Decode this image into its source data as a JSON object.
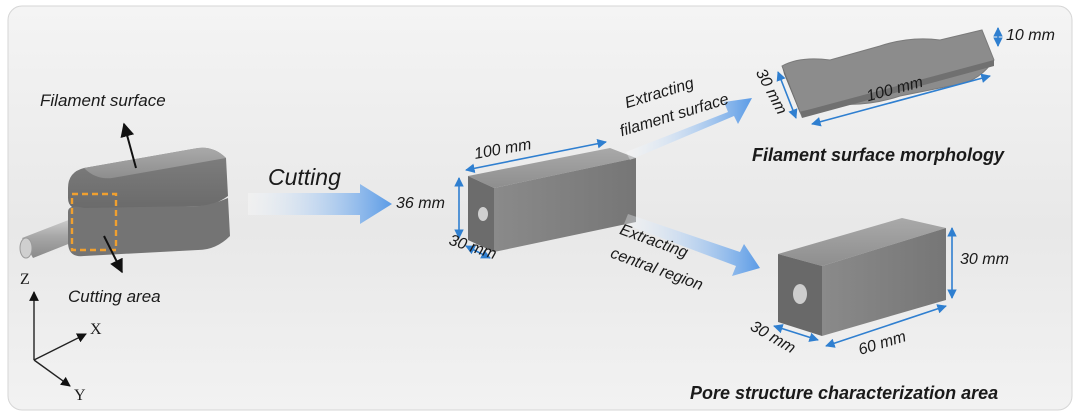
{
  "labels": {
    "filament_surface": "Filament surface",
    "cutting_area": "Cutting area",
    "cutting": "Cutting",
    "dim_100_mid": "100 mm",
    "dim_36": "36 mm",
    "dim_30_mid": "30 mm",
    "extracting_filament_1": "Extracting",
    "extracting_filament_2": "filament surface",
    "extracting_central_1": "Extracting",
    "extracting_central_2": "central region",
    "dim_30_top": "30 mm",
    "dim_100_top": "100 mm",
    "dim_10": "10 mm",
    "title_top": "Filament surface morphology",
    "dim_30_bot_right": "30 mm",
    "dim_30_bot_left": "30 mm",
    "dim_60": "60 mm",
    "title_bottom": "Pore structure characterization area",
    "axis_z": "Z",
    "axis_x": "X",
    "axis_y": "Y"
  },
  "colors": {
    "background_panel": "#ececec",
    "concrete_light": "#9a9a9a",
    "concrete_dark": "#6e6e6e",
    "dimension_blue": "#2f7fd0",
    "arrow_blue": "#6fa8e8",
    "cutting_outline": "#f0a030"
  }
}
